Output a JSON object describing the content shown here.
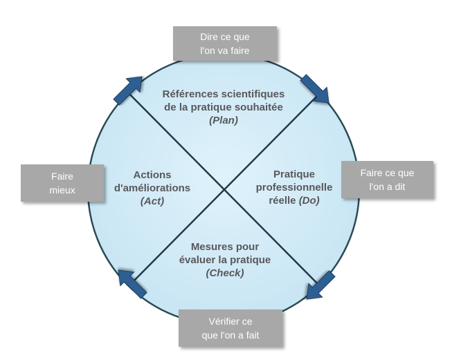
{
  "colors": {
    "circle_fill": "#d3ecf7",
    "circle_stroke": "#2b4a55",
    "arrow_fill": "#2f5f92",
    "text": "#58585a",
    "box_fill": "#a8a8a8",
    "box_text": "#ffffff"
  },
  "quadrants": {
    "plan": {
      "line1": "Références scientifiques",
      "line2": "de la pratique souhaitée",
      "tag": "(Plan)"
    },
    "do": {
      "line1": "Pratique",
      "line2": "professionnelle",
      "line3": "réelle",
      "tag": "(Do)"
    },
    "check": {
      "line1": "Mesures pour",
      "line2": "évaluer la pratique",
      "tag": "(Check)"
    },
    "act": {
      "line1": "Actions",
      "line2": "d'améliorations",
      "tag": "(Act)"
    }
  },
  "boxes": {
    "top": {
      "line1": "Dire ce que",
      "line2": "l'on va faire"
    },
    "right": {
      "line1": "Faire ce que",
      "line2": "l'on a dit"
    },
    "bottom": {
      "line1": "Vérifier ce",
      "line2": "que l'on a fait"
    },
    "left": {
      "line1": "Faire",
      "line2": "mieux"
    }
  },
  "arrows": [
    "arrow-icon",
    "arrow-icon",
    "arrow-icon",
    "arrow-icon"
  ]
}
